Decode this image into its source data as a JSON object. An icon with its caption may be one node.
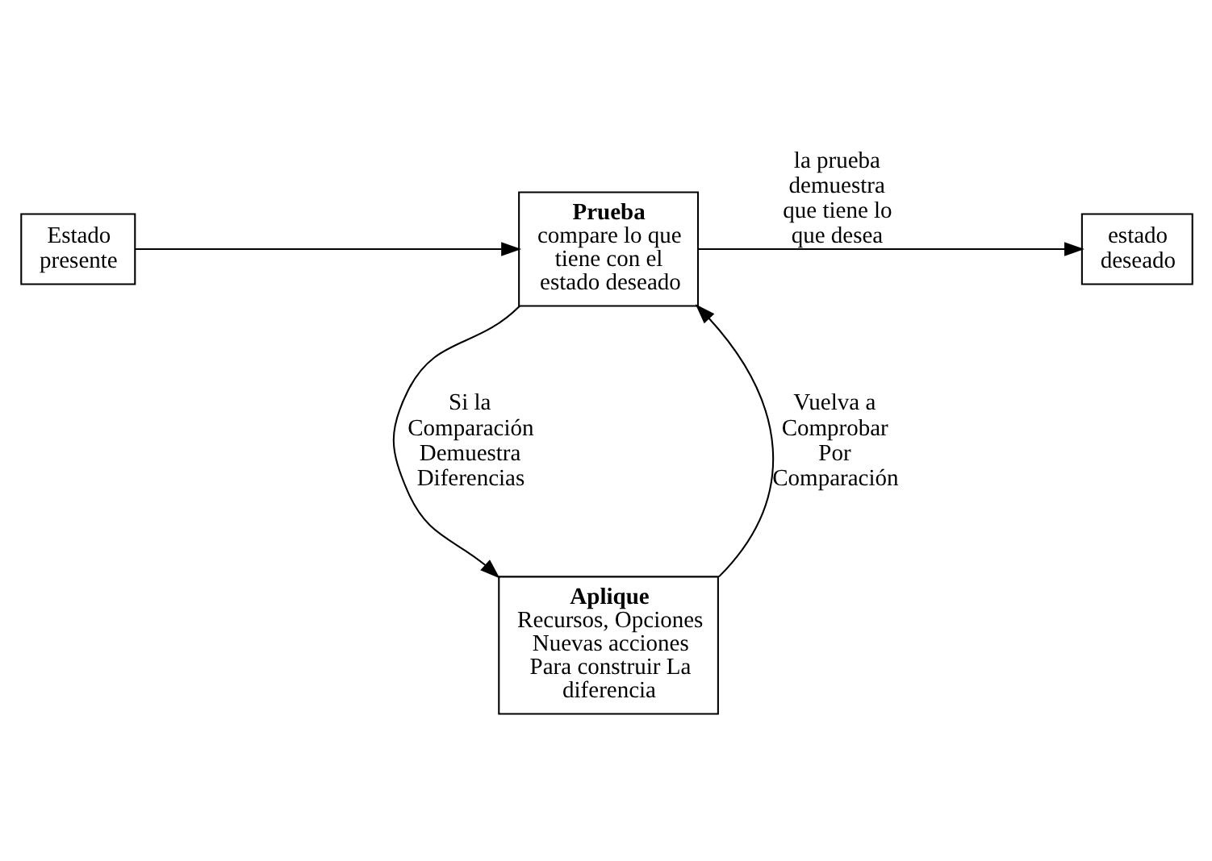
{
  "diagram": {
    "nodes": [
      {
        "text": [
          "Estado presente"
        ]
      },
      {
        "text": [
          "Prueba",
          "compare lo que tiene con el estado deseado"
        ]
      },
      {
        "text": [
          "estado deseado"
        ]
      },
      {
        "text": [
          "Aplique",
          "Recursos, Opciones Nuevas acciones Para construir La diferencia"
        ]
      }
    ],
    "edges": [
      {
        "from": 0,
        "to": 1,
        "arrow": "to"
      },
      {
        "from": 1,
        "to": 2,
        "arrow": "to",
        "label": "la prueba demuestra que tiene lo que desea"
      },
      {
        "from": 1,
        "to": 3,
        "arrow": "to",
        "label": "Si la Comparación Demuestra Diferencias"
      },
      {
        "from": 3,
        "to": 1,
        "arrow": "to",
        "label": "Vuelva a Comprobar Por Comparación"
      }
    ]
  }
}
